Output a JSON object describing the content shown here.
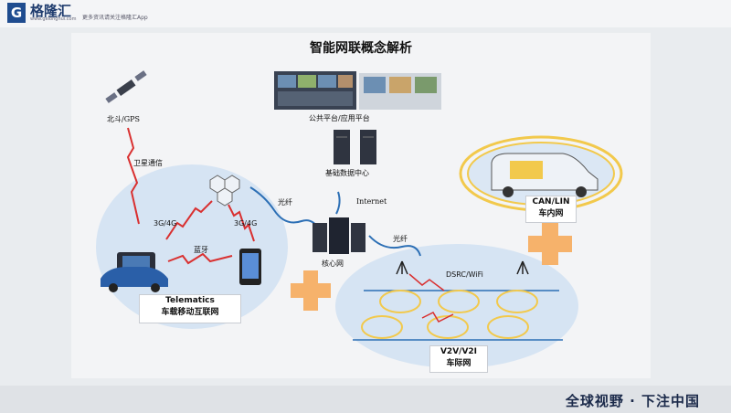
{
  "header": {
    "logo_letter": "G",
    "logo_name": "格隆汇",
    "logo_url": "www.gelonghui.com",
    "tagline": "更多资讯请关注格隆汇App"
  },
  "diagram": {
    "title": "智能网联概念解析",
    "beidou_label": "北斗/GPS",
    "satellite_comm_label": "卫星通信",
    "public_platform_label": "公共平台/应用平台",
    "data_center_label": "基础数据中心",
    "internet_label": "Internet",
    "fiber_label_1": "光纤",
    "fiber_label_2": "光纤",
    "core_network_label": "核心网",
    "cellular_label_1": "3G/4G",
    "cellular_label_2": "3G/4G",
    "bluetooth_label": "蓝牙",
    "telematics_line1": "Telematics",
    "telematics_line2": "车载移动互联网",
    "can_lin_line1": "CAN/LIN",
    "can_lin_line2": "车内网",
    "dsrc_label": "DSRC/WiFi",
    "v2v_line1": "V2V/V2I",
    "v2v_line2": "车际网"
  },
  "footer": {
    "slogan": "全球视野 · 下注中国"
  },
  "colors": {
    "cloud": "#d6e4f3",
    "signal_red": "#d93030",
    "plus_orange": "#f6b26b",
    "fiber_blue": "#2c6fb5",
    "brand_navy": "#1f4c8f"
  }
}
